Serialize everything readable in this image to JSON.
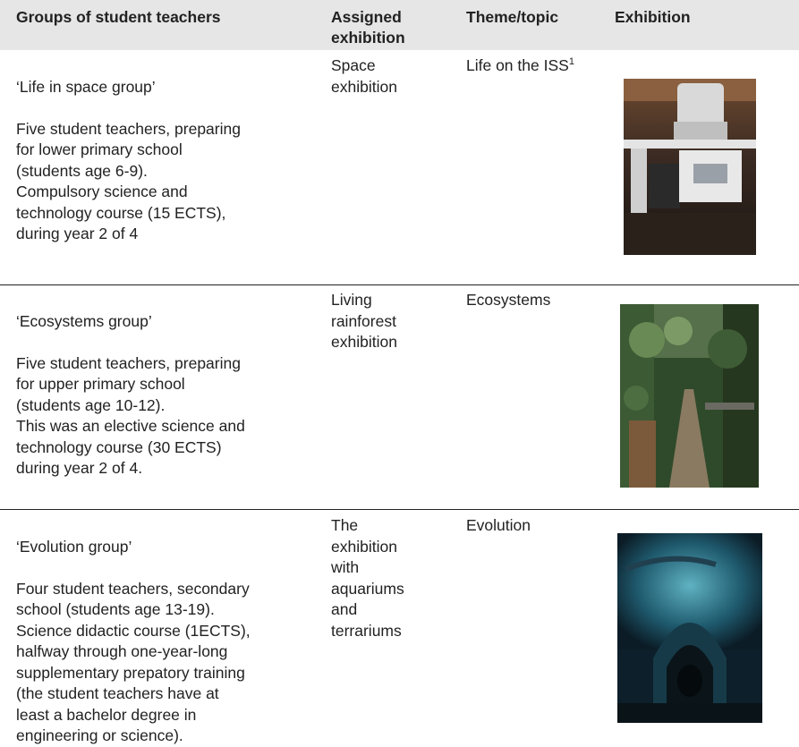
{
  "header": {
    "groups": "Groups of student teachers",
    "assigned": "Assigned exhibition",
    "theme": "Theme/topic",
    "exhibition": "Exhibition"
  },
  "rows": [
    {
      "group_title": "‘Life in space group’",
      "group_text": "Five student teachers, preparing\nfor lower primary school\n(students age 6-9).\nCompulsory science and\ntechnology course (15 ECTS),\nduring year 2 of 4",
      "assigned": "Space\nexhibition",
      "theme": "Life on the ISS",
      "theme_sup": "1",
      "photo": "space-exhibition-photo"
    },
    {
      "group_title": "‘Ecosystems group’",
      "group_text": "Five student teachers, preparing\nfor upper primary school\n(students age 10-12).\nThis was an elective science and\ntechnology course (30 ECTS)\nduring year 2 of 4.",
      "assigned": "Living\nrainforest\nexhibition",
      "theme": "Ecosystems",
      "photo": "rainforest-exhibition-photo"
    },
    {
      "group_title": "‘Evolution group’",
      "group_text": "Four student teachers, secondary\nschool (students age 13-19).\nScience didactic course (1ECTS),\nhalfway through one-year-long\nsupplementary prepatory training\n(the student teachers have at\nleast a bachelor degree in\nengineering or science).",
      "assigned": "The\nexhibition\nwith\naquariums\nand\nterrariums",
      "theme": "Evolution",
      "photo": "aquarium-tunnel-photo"
    }
  ]
}
